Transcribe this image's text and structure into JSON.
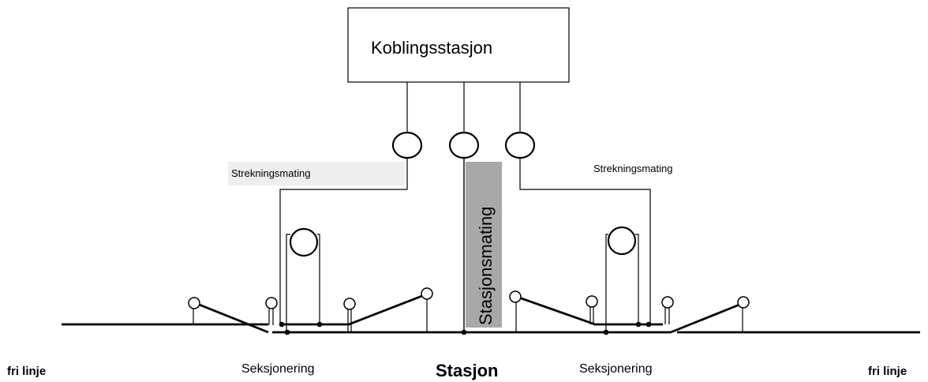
{
  "diagram": {
    "switch_station": "Koblingsstasjon",
    "line_feed_left": "Strekningsmating",
    "line_feed_right": "Strekningsmating",
    "station_feed": "Stasjonsmating",
    "sectioning_left": "Seksjonering",
    "sectioning_right": "Seksjonering",
    "station": "Stasjon",
    "open_line_left": "fri linje",
    "open_line_right": "fri linje",
    "colors": {
      "line": "#000000",
      "station_feed_bg": "#a8a8a8",
      "left_feed_bg": "#eeeeee"
    }
  }
}
